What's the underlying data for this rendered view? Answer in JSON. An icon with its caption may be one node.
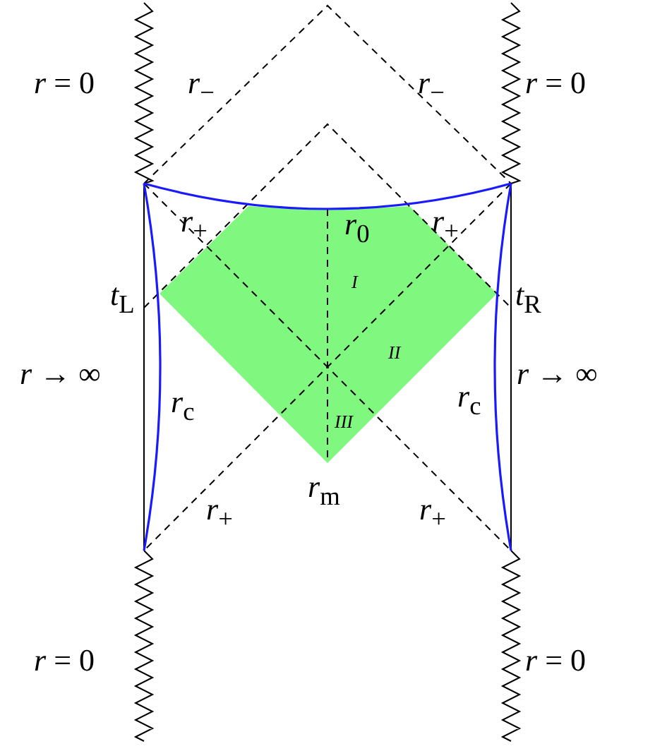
{
  "diagram": {
    "labels": [
      "*r* = 0",
      "*r*$_{−}$",
      "*r*$_{−}$",
      "*r* = 0",
      "*r*$_{+}$",
      "*r*$_{0}$",
      "*r*$_{+}$",
      "*t*$_{L}$",
      "*t*$_{R}$",
      "I",
      "II",
      "*r* → ∞",
      "*r*$_{c}$",
      "*r*$_{c}$",
      "*r* → ∞",
      "III",
      "*r*$_{+}$",
      "*r*$_{m}$",
      "*r*$_{+}$",
      "*r* = 0",
      "*r* = 0"
    ]
  }
}
